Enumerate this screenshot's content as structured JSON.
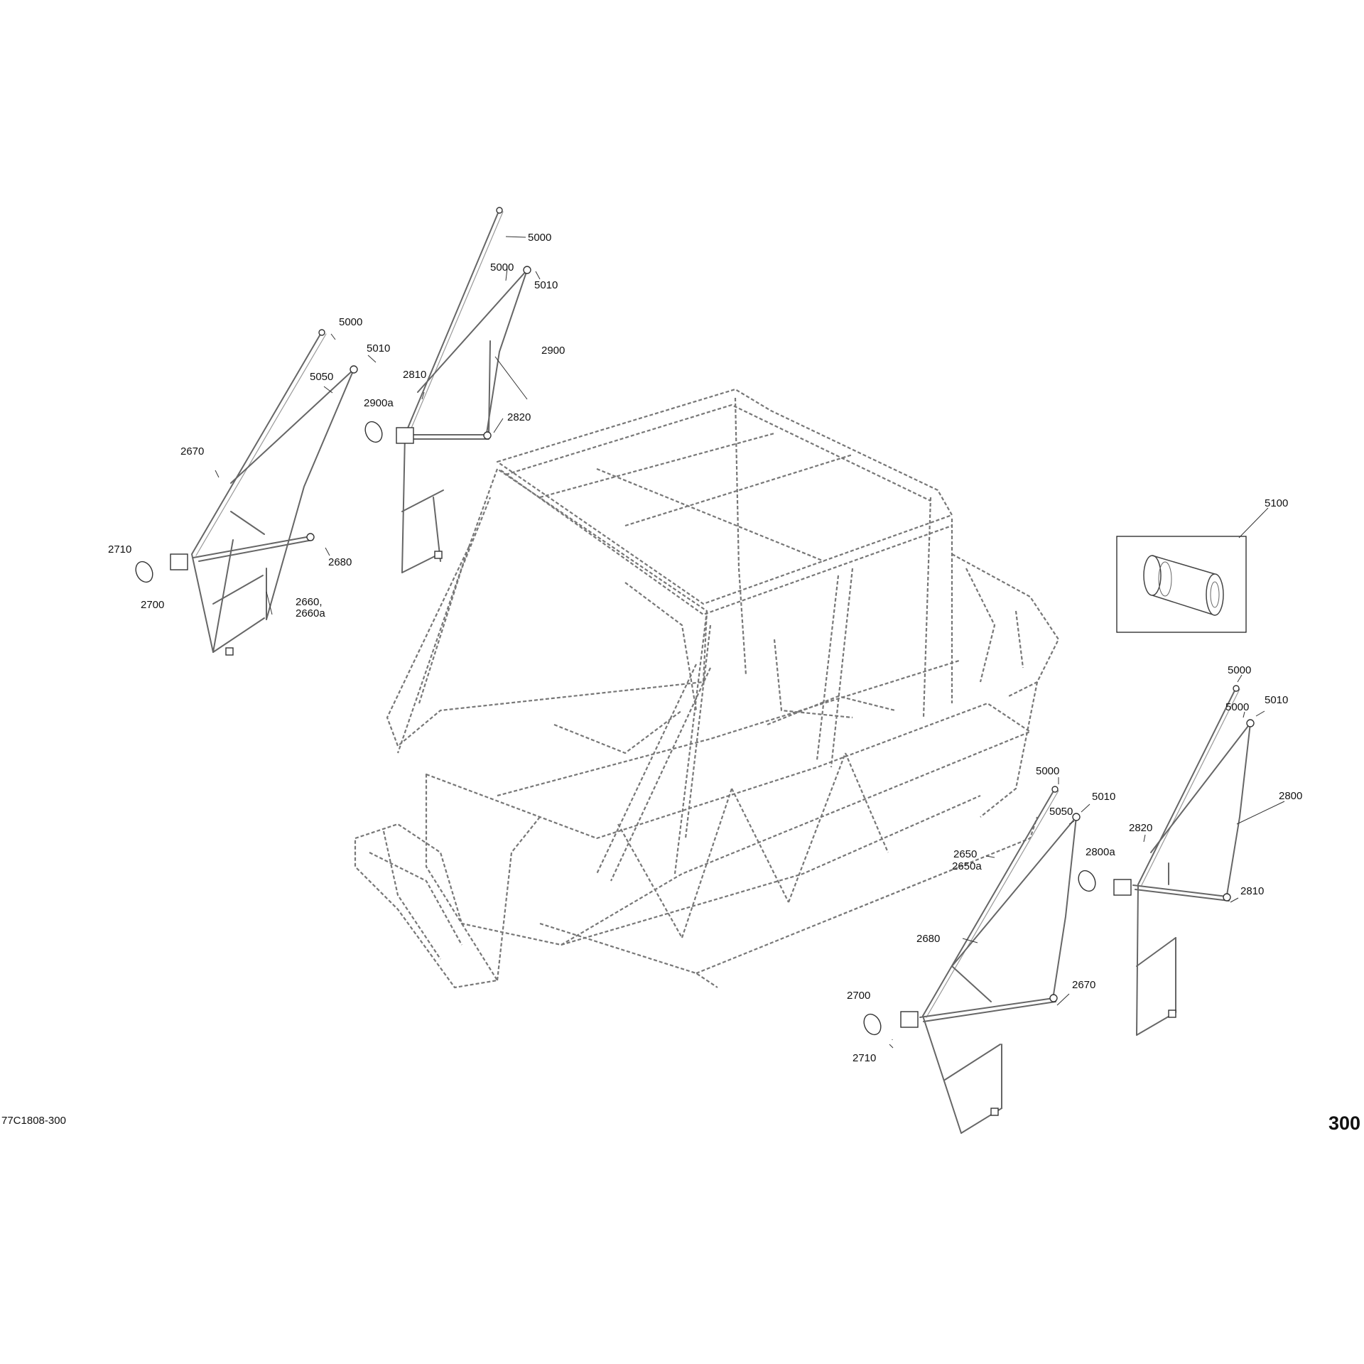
{
  "document": {
    "drawing_number": "77C1808-300",
    "page_number": "300"
  },
  "callouts": {
    "left_door": {
      "c5000_a": "5000",
      "c5010": "5010",
      "c5050": "5050",
      "c2670": "2670",
      "c2710": "2710",
      "c2700": "2700",
      "c2680": "2680",
      "c2660": "2660,",
      "c2660a": "2660a"
    },
    "left_rear_door": {
      "c5000_top": "5000",
      "c5000_b": "5000",
      "c5010": "5010",
      "c2900": "2900",
      "c2810": "2810",
      "c2900a": "2900a",
      "c2820": "2820"
    },
    "right_door": {
      "c5000": "5000",
      "c5010": "5010",
      "c5050": "5050",
      "c2650": "2650",
      "c2650a": "2650a",
      "c2680": "2680",
      "c2700": "2700",
      "c2710": "2710",
      "c2670": "2670"
    },
    "right_rear_door": {
      "c5000_top": "5000",
      "c5000_b": "5000",
      "c5010": "5010",
      "c2800": "2800",
      "c2820": "2820",
      "c2800a": "2800a",
      "c2810": "2810"
    },
    "kit": {
      "c5100": "5100"
    }
  }
}
